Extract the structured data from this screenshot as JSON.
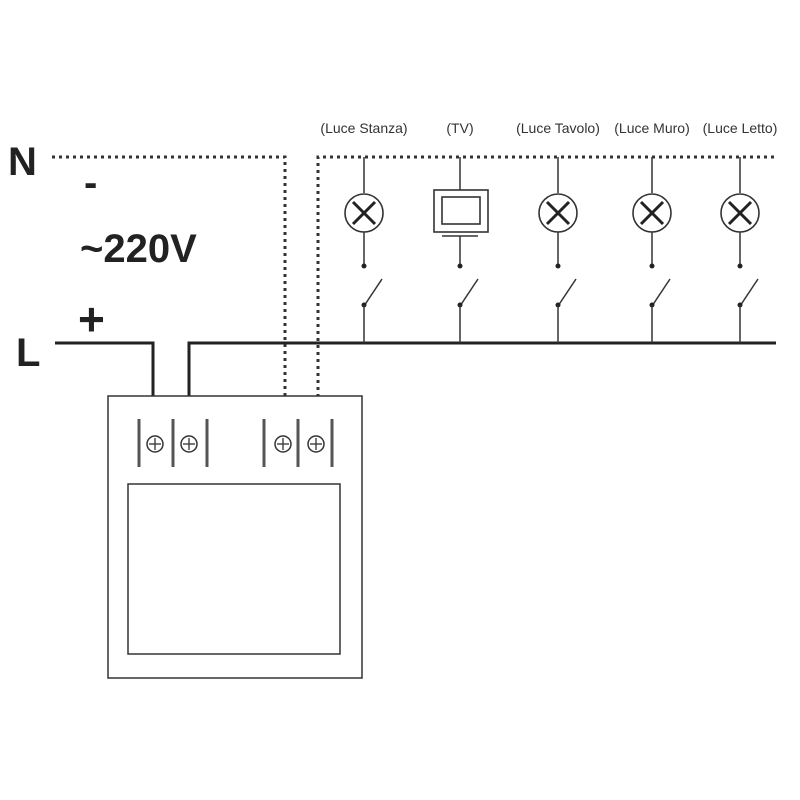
{
  "supply": {
    "neutral_label": "N",
    "minus_label": "-",
    "voltage_label": "~220V",
    "plus_label": "+",
    "line_label": "L"
  },
  "loads": [
    {
      "label": "(Luce Stanza)",
      "type": "lamp"
    },
    {
      "label": "(TV)",
      "type": "tv"
    },
    {
      "label": "(Luce Tavolo)",
      "type": "lamp"
    },
    {
      "label": "(Luce Muro)",
      "type": "lamp"
    },
    {
      "label": "(Luce Letto)",
      "type": "lamp"
    }
  ]
}
